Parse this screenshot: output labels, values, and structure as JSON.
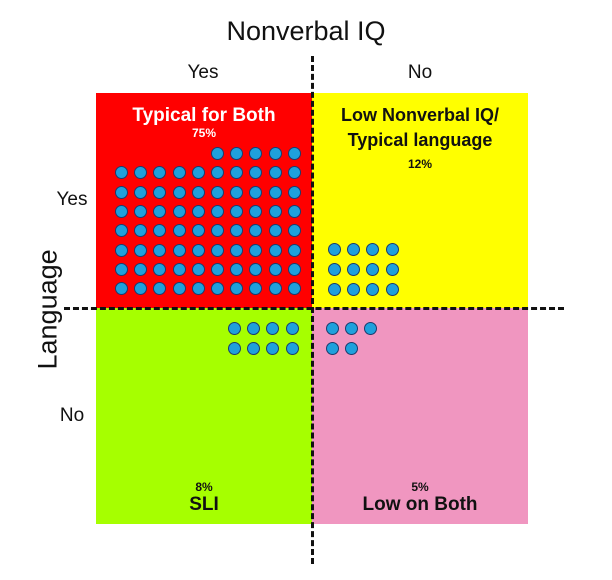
{
  "title": "Nonverbal IQ",
  "side_title": "Language",
  "columns": {
    "yes": "Yes",
    "no": "No"
  },
  "rows": {
    "yes": "Yes",
    "no": "No"
  },
  "colors": {
    "typical_both": "#ff0000",
    "low_nonverbal": "#ffff00",
    "sli": "#a6ff00",
    "low_both": "#f096c0",
    "dot_fill": "#1fa0dc",
    "dot_stroke": "#1a3c6e"
  },
  "quadrants": {
    "typical_both": {
      "title": "Typical for Both",
      "percent": "75%",
      "count": 75
    },
    "low_nonverbal": {
      "title_line1": "Low Nonverbal IQ/",
      "title_line2": "Typical language",
      "percent": "12%",
      "count": 12
    },
    "sli": {
      "title": "SLI",
      "percent": "8%",
      "count": 8
    },
    "low_both": {
      "title": "Low on Both",
      "percent": "5%",
      "count": 5
    }
  }
}
